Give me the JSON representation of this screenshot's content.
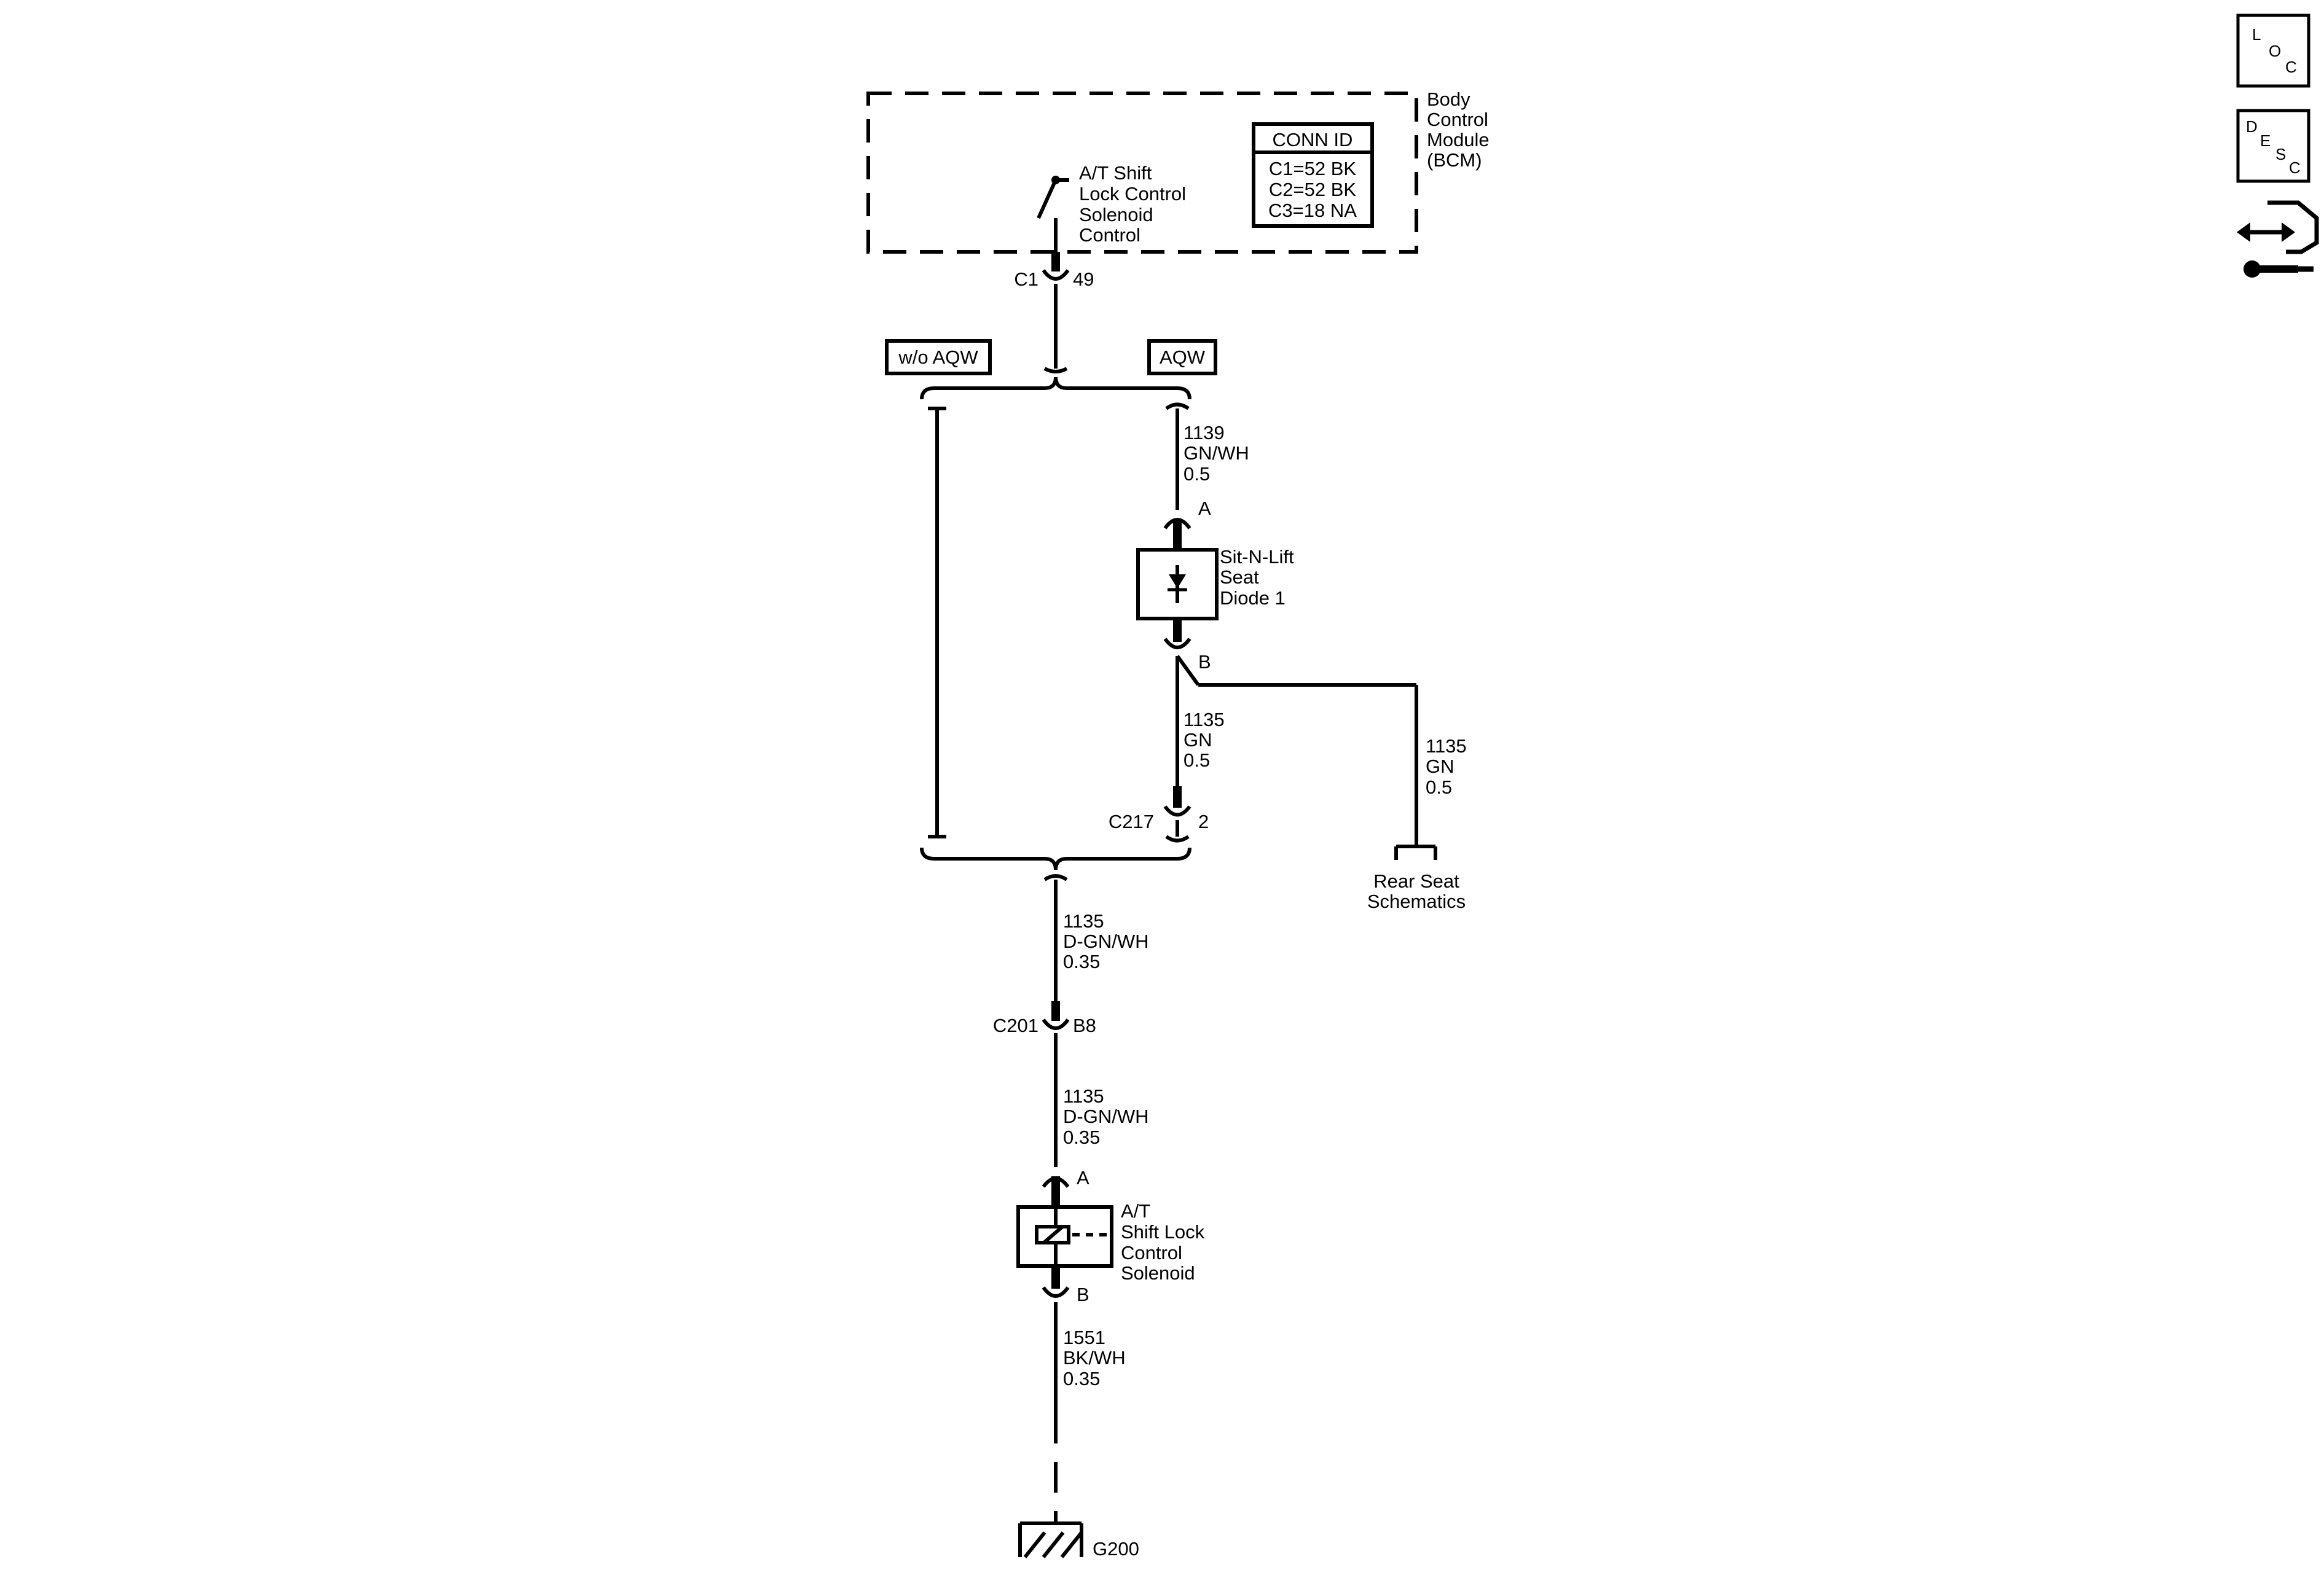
{
  "module": {
    "name_lines": [
      "Body",
      "Control",
      "Module",
      "(BCM)"
    ],
    "switch_label_lines": [
      "A/T Shift",
      "Lock Control",
      "Solenoid",
      "Control"
    ],
    "conn_id": {
      "title": "CONN ID",
      "rows": [
        "C1=52 BK",
        "C2=52 BK",
        "C3=18 NA"
      ]
    },
    "connector": {
      "name": "C1",
      "pin": "49"
    }
  },
  "options": {
    "left": "w/o AQW",
    "right": "AQW"
  },
  "wires": {
    "w1139": [
      "1139",
      "GN/WH",
      "0.5"
    ],
    "w1135_right": [
      "1135",
      "GN",
      "0.5"
    ],
    "w1135_rear": [
      "1135",
      "GN",
      "0.5"
    ],
    "w1135_upper": [
      "1135",
      "D-GN/WH",
      "0.35"
    ],
    "w1135_lower": [
      "1135",
      "D-GN/WH",
      "0.35"
    ],
    "w1551": [
      "1551",
      "BK/WH",
      "0.35"
    ]
  },
  "diode": {
    "label_lines": [
      "Sit-N-Lift",
      "Seat",
      "Diode 1"
    ],
    "pin_a": "A",
    "pin_b": "B"
  },
  "c217": {
    "name": "C217",
    "pin": "2"
  },
  "rear_seat": {
    "label_lines": [
      "Rear Seat",
      "Schematics"
    ]
  },
  "c201": {
    "name": "C201",
    "pin": "B8"
  },
  "solenoid": {
    "label_lines": [
      "A/T",
      "Shift Lock",
      "Control",
      "Solenoid"
    ],
    "pin_a": "A",
    "pin_b": "B"
  },
  "ground": {
    "name": "G200"
  },
  "nav": {
    "loc": [
      "L",
      "O",
      "C"
    ],
    "desc": [
      "D",
      "E",
      "S",
      "C"
    ],
    "tools_icon": "wrench-arrows-icon"
  }
}
